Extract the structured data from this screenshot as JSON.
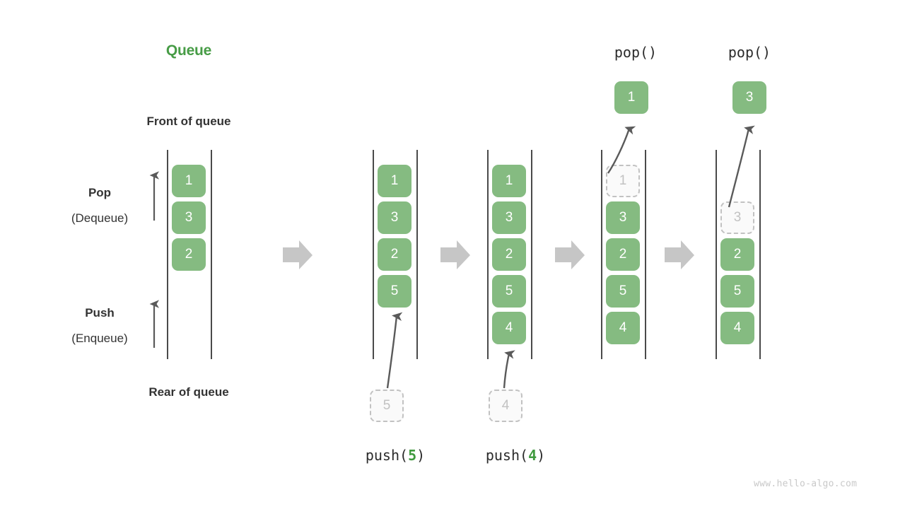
{
  "title": "Queue",
  "labels": {
    "front": "Front of queue",
    "rear": "Rear of queue",
    "pop_bold": "Pop",
    "pop_paren": "(Dequeue)",
    "push_bold": "Push",
    "push_paren": "(Enqueue)"
  },
  "watermark": "www.hello-algo.com",
  "colors": {
    "accent_green": "#479c46",
    "cell_green": "#85bb81",
    "ghost_gray": "#c2c2c2",
    "arrow_gray": "#c6c6c6",
    "text_dark": "#333333"
  },
  "columns": [
    {
      "id": "initial",
      "caption": null,
      "top_label": null,
      "popped_cell": null,
      "cells": [
        "1",
        "3",
        "2"
      ],
      "ghost_index": null,
      "incoming_cell": null
    },
    {
      "id": "push5",
      "caption_prefix": "push(",
      "caption_arg": "5",
      "caption_suffix": ")",
      "top_label": null,
      "popped_cell": null,
      "cells": [
        "1",
        "3",
        "2",
        "5"
      ],
      "ghost_index": null,
      "incoming_cell": "5"
    },
    {
      "id": "push4",
      "caption_prefix": "push(",
      "caption_arg": "4",
      "caption_suffix": ")",
      "top_label": null,
      "popped_cell": null,
      "cells": [
        "1",
        "3",
        "2",
        "5",
        "4"
      ],
      "ghost_index": null,
      "incoming_cell": "4"
    },
    {
      "id": "pop1",
      "caption": null,
      "top_label": "pop()",
      "popped_cell": "1",
      "cells": [
        "1",
        "3",
        "2",
        "5",
        "4"
      ],
      "ghost_index": 0,
      "incoming_cell": null
    },
    {
      "id": "pop3",
      "caption": null,
      "top_label": "pop()",
      "popped_cell": "3",
      "cells": [
        "3",
        "2",
        "5",
        "4"
      ],
      "ghost_index": 0,
      "incoming_cell": null
    }
  ],
  "separators": [
    "step-arrow-1",
    "step-arrow-2",
    "step-arrow-3",
    "step-arrow-4"
  ]
}
